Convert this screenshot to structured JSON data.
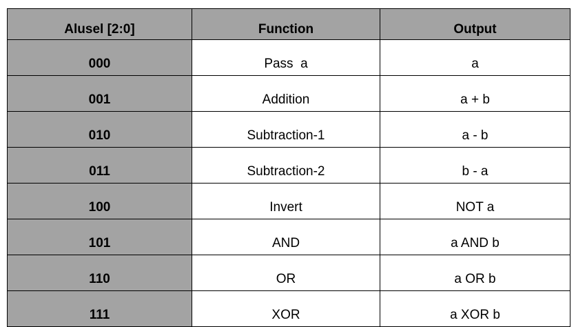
{
  "table": {
    "headers": [
      "Alusel [2:0]",
      "Function",
      "Output"
    ],
    "rows": [
      [
        "000",
        "Pass  a",
        "a"
      ],
      [
        "001",
        "Addition",
        "a + b"
      ],
      [
        "010",
        "Subtraction-1",
        "a - b"
      ],
      [
        "011",
        "Subtraction-2",
        "b - a"
      ],
      [
        "100",
        "Invert",
        "NOT a"
      ],
      [
        "101",
        "AND",
        "a AND b"
      ],
      [
        "110",
        "OR",
        "a OR b"
      ],
      [
        "111",
        "XOR",
        "a XOR b"
      ]
    ]
  },
  "colors": {
    "header_fill": "#a3a3a3",
    "select_column_fill": "#a3a3a3",
    "border": "#000000"
  }
}
